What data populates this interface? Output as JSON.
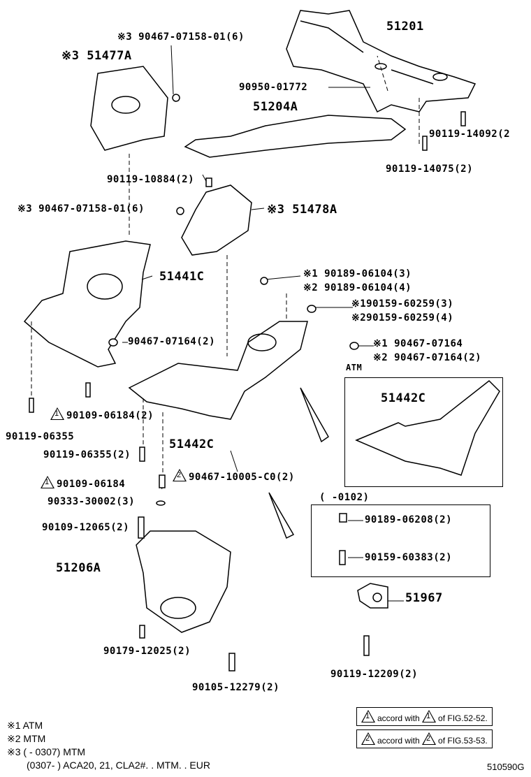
{
  "labels": {
    "l1": "※3 90467-07158-01(6)",
    "l2": "※3 51477A",
    "l3": "51201",
    "l4": "90950-01772",
    "l5": "51204A",
    "l6": "90119-14092(2",
    "l7": "90119-14075(2)",
    "l8": "90119-10884(2)",
    "l9": "※3 90467-07158-01(6)",
    "l10": "※3 51478A",
    "l11": "51441C",
    "l12": "※1 90189-06104(3)",
    "l13": "※2 90189-06104(4)",
    "l14": "※190159-60259(3)",
    "l15": "※290159-60259(4)",
    "l16": "90467-07164(2)",
    "l17": "※1 90467-07164",
    "l18": "※2 90467-07164(2)",
    "l19": "ATM",
    "l20": "51442C",
    "l21": "90109-06184(2)",
    "l22": "90119-06355",
    "l23": "51442C",
    "l24": "90119-06355(2)",
    "l25": "90467-10005-C0(2)",
    "l26": "90109-06184",
    "l27": "(      -0102)",
    "l28": "90333-30002(3)",
    "l29": "90189-06208(2)",
    "l30": "90109-12065(2)",
    "l31": "90159-60383(2)",
    "l32": "51206A",
    "l33": "51967",
    "l34": "90179-12025(2)",
    "l35": "90119-12209(2)",
    "l36": "90105-12279(2)"
  },
  "triangles": {
    "t1": "1",
    "t2": "2"
  },
  "notes": [
    "※1 ATM",
    "※2 MTM",
    "※3 (       - 0307) MTM",
    "(0307-        ) ACA20, 21, CLA2#. . MTM. . EUR"
  ],
  "legend": [
    {
      "num": "1",
      "text1": "accord with",
      "text2": "of FIG.52-52."
    },
    {
      "num": "2",
      "text1": "accord with",
      "text2": "of FIG.53-53."
    }
  ],
  "figure_id": "510590G"
}
